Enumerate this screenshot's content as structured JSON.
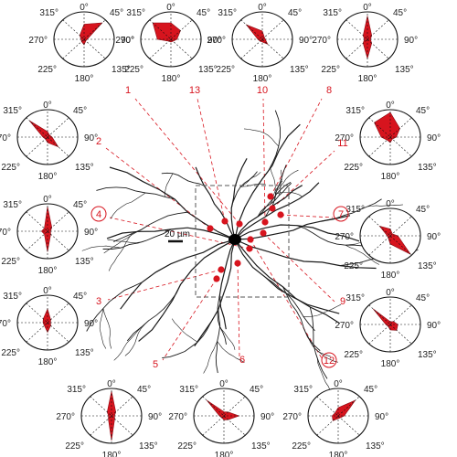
{
  "colors": {
    "accent": "#d7141e",
    "ink": "#111111",
    "neuron": "#1a1a1a"
  },
  "angle_labels": [
    "0°",
    "45°",
    "90°",
    "135°",
    "180°",
    "225°",
    "270°",
    "315°"
  ],
  "scale_bar": "20 µm",
  "spine_labels": [
    "1",
    "13",
    "10",
    "8",
    "2",
    "11",
    "4",
    "7",
    "3",
    "9",
    "5",
    "6",
    "12"
  ],
  "circled_labels": [
    "4",
    "7",
    "12"
  ],
  "polar_plots": [
    {
      "spine": "1",
      "radii": [
        0.55,
        0.85,
        0.1,
        0.08,
        0.2,
        0.12,
        0.1,
        0.2
      ]
    },
    {
      "spine": "13",
      "radii": [
        0.6,
        0.45,
        0.2,
        0.1,
        0.1,
        0.1,
        0.45,
        0.85
      ]
    },
    {
      "spine": "10",
      "radii": [
        0.3,
        0.1,
        0.1,
        0.25,
        0.1,
        0.1,
        0.15,
        0.75
      ]
    },
    {
      "spine": "8",
      "radii": [
        0.85,
        0.2,
        0.1,
        0.2,
        0.7,
        0.2,
        0.1,
        0.2
      ]
    },
    {
      "spine": "2",
      "radii": [
        0.2,
        0.1,
        0.15,
        0.5,
        0.2,
        0.1,
        0.15,
        0.85
      ]
    },
    {
      "spine": "11",
      "radii": [
        0.9,
        0.45,
        0.2,
        0.1,
        0.2,
        0.15,
        0.3,
        0.75
      ]
    },
    {
      "spine": "4",
      "radii": [
        0.9,
        0.2,
        0.1,
        0.15,
        0.75,
        0.15,
        0.2,
        0.15
      ]
    },
    {
      "spine": "7",
      "radii": [
        0.25,
        0.1,
        0.25,
        0.95,
        0.3,
        0.1,
        0.1,
        0.5
      ]
    },
    {
      "spine": "3",
      "radii": [
        0.5,
        0.15,
        0.1,
        0.15,
        0.35,
        0.15,
        0.15,
        0.2
      ]
    },
    {
      "spine": "9",
      "radii": [
        0.1,
        0.15,
        0.25,
        0.3,
        0.2,
        0.1,
        0.15,
        0.8
      ]
    },
    {
      "spine": "5",
      "radii": [
        0.9,
        0.2,
        0.1,
        0.15,
        0.9,
        0.15,
        0.1,
        0.2
      ]
    },
    {
      "spine": "6",
      "radii": [
        0.15,
        0.2,
        0.5,
        0.2,
        0.15,
        0.1,
        0.15,
        0.8
      ]
    },
    {
      "spine": "12",
      "radii": [
        0.3,
        0.8,
        0.2,
        0.1,
        0.1,
        0.25,
        0.2,
        0.15
      ]
    }
  ]
}
